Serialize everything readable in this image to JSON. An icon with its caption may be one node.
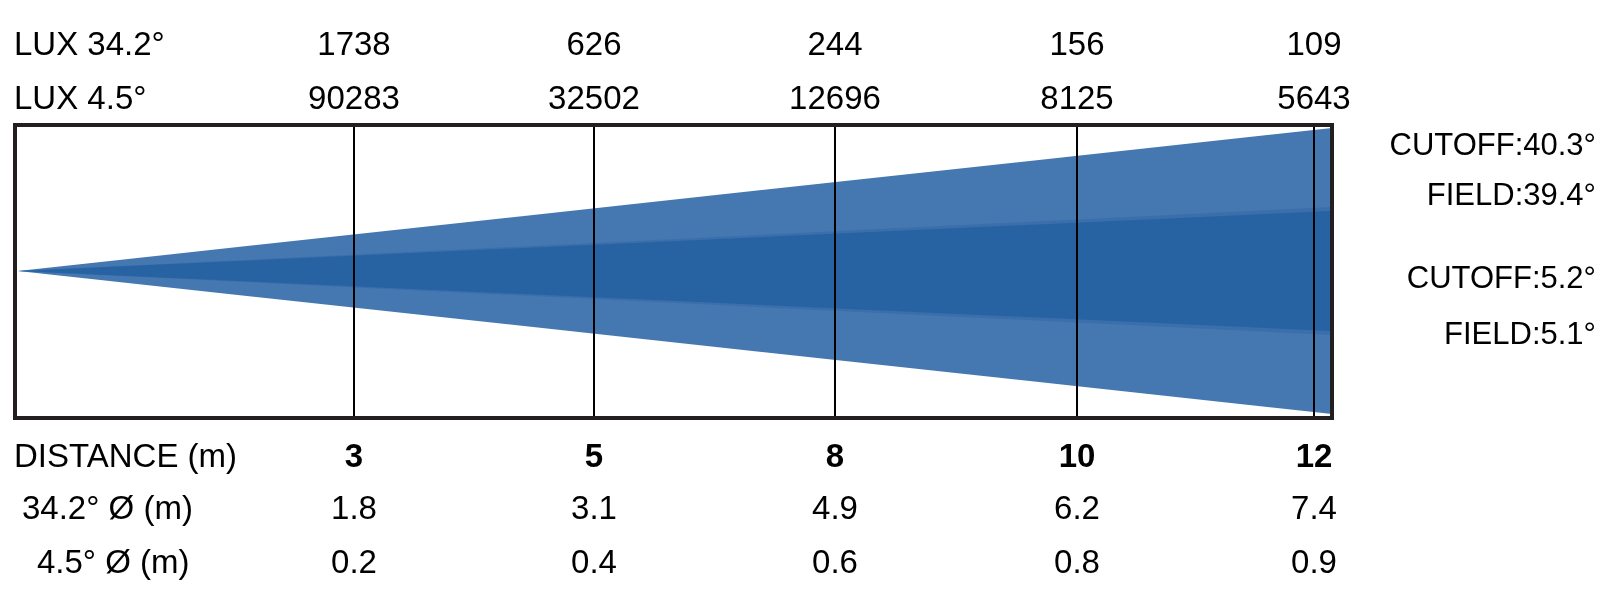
{
  "diagram": {
    "labels": [
      "LUX 34.2°",
      "1738",
      "626",
      "244",
      "156",
      "109",
      "LUX 4.5°",
      "90283",
      "32502",
      "12696",
      "8125",
      "5643",
      "CUTOFF:40.3°",
      "FIELD:39.4°",
      "CUTOFF:5.2°",
      "FIELD:5.1°",
      "DISTANCE (m)",
      "3",
      "5",
      "8",
      "10",
      "12",
      "34.2° Ø (m)",
      "1.8",
      "3.1",
      "4.9",
      "6.2",
      "7.4",
      "4.5° Ø (m)",
      "0.2",
      "0.4",
      "0.6",
      "0.8",
      "0.9"
    ]
  }
}
